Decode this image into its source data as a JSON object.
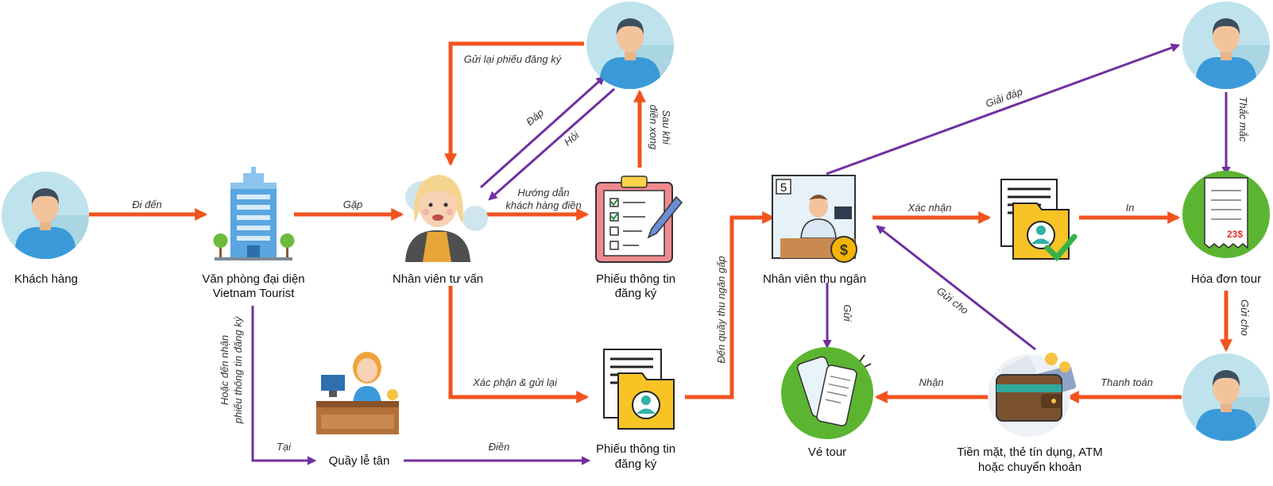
{
  "colors": {
    "orange": "#f2531f",
    "purple": "#7030a0",
    "person_bg": "#bfe3ec",
    "shirt": "#3a9ad9",
    "green": "#5cb531"
  },
  "nodes": {
    "customer": [
      "Khách hàng"
    ],
    "office": [
      "Văn phòng đại diện",
      "Vietnam Tourist"
    ],
    "consultant": [
      "Nhân viên tư vấn"
    ],
    "form_top": [
      "Phiếu thông tin",
      "đăng ký"
    ],
    "form_bottom": [
      "Phiếu thông tin",
      "đăng ký"
    ],
    "reception": [
      "Quầy lễ tân"
    ],
    "cashier": [
      "Nhân viên thu ngân"
    ],
    "invoice": [
      "Hóa đơn tour"
    ],
    "ticket": [
      "Vé tour"
    ],
    "payment": [
      "Tiền mặt, thẻ tín dụng, ATM",
      "hoặc chuyển khoản"
    ],
    "invoice_amount": "23$",
    "counter_number": "5"
  },
  "edges": {
    "go_to": "Đi đến",
    "meet": "Gặp",
    "resend_form": "Gửi lại phiếu đăng ký",
    "answer": "Đáp",
    "ask": "Hỏi",
    "after_fill": [
      "Sau khi",
      "điền xong"
    ],
    "guide": [
      "Hướng dẫn",
      "khách hàng điền"
    ],
    "confirm_resend": "Xác phận & gửi lại",
    "or_receive": [
      "Hoặc đến nhận",
      "phiếu thông tin đăng ký"
    ],
    "at": "Tại",
    "fill": "Điền",
    "to_counter": "Đến quầy thu ngân gấp",
    "reply": "Giải đáp",
    "question": "Thắc mắc",
    "confirm": "Xác nhận",
    "print": "In",
    "send_down": "Gửi",
    "send_to_cashier": "Gửi cho",
    "send_to_customer": "Gửi cho",
    "pay": "Thanh toán",
    "receive": "Nhận"
  }
}
